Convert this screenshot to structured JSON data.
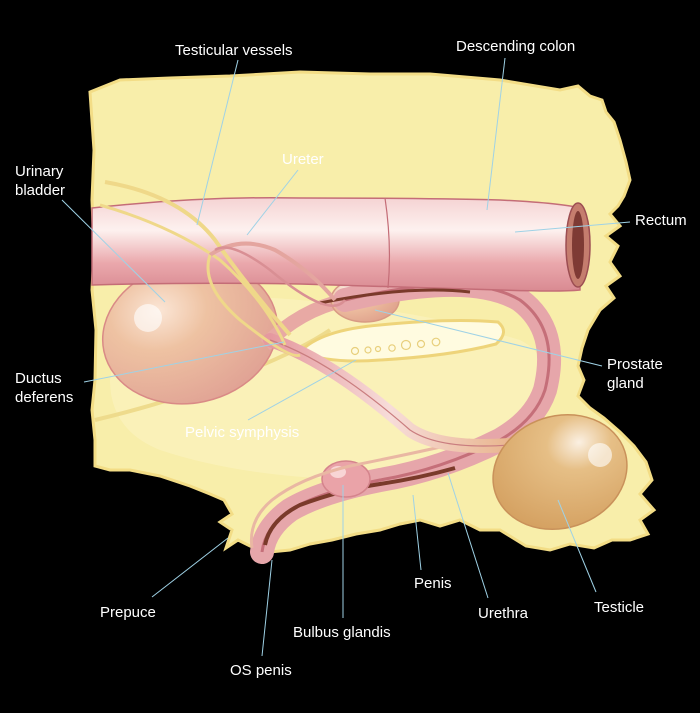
{
  "colors": {
    "background": "#000000",
    "tissue": "#f8eeaa",
    "tissue_edge": "#f3dd86",
    "colon": "#e9a9ad",
    "colon_edge": "#c46d77",
    "bladder": "#e8b28e",
    "testicle": "#dcab6e",
    "vessel": "#efd889",
    "leader": "#9fd2e6",
    "label": "#ffffff"
  },
  "labels": {
    "testicular_vessels": "Testicular vessels",
    "descending_colon": "Descending colon",
    "urinary_bladder": [
      "Urinary",
      "bladder"
    ],
    "ureter": "Ureter",
    "rectum": "Rectum",
    "ductus_deferens": [
      "Ductus",
      "deferens"
    ],
    "prostate_gland": [
      "Prostate",
      "gland"
    ],
    "pelvic_symphysis": "Pelvic symphysis",
    "prepuce": "Prepuce",
    "penis": "Penis",
    "urethra": "Urethra",
    "testicle": "Testicle",
    "bulbus_glandis": "Bulbus glandis",
    "os_penis": "OS penis"
  }
}
